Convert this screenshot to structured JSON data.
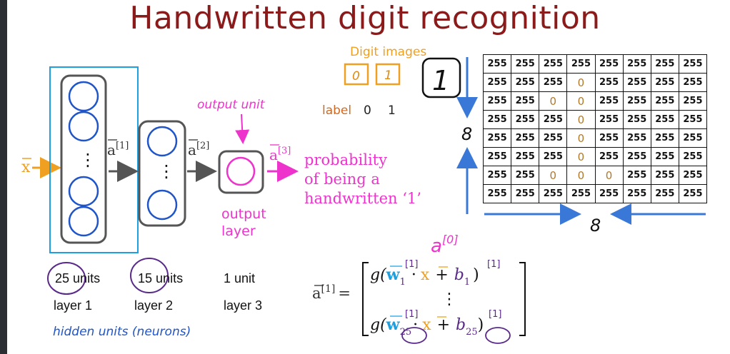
{
  "title": "Handwritten digit recognition",
  "colors": {
    "title": "#8b1a1a",
    "input_arrow": "#f0a020",
    "magenta": "#ee33cc",
    "blue_box": "#1ea0e0",
    "neuron": "#1f55c8",
    "layer_gray": "#555555",
    "axis_arrow": "#3a78d8",
    "circle_purple": "#5a2a8a",
    "handwriting_blue": "#1f55c8",
    "label_orange": "#d2691e"
  },
  "network": {
    "input_label": "x",
    "activations": [
      "a[1]",
      "a[2]",
      "a[3]"
    ],
    "act_base": "a",
    "act_sups": [
      "[1]",
      "[2]",
      "[3]"
    ],
    "dots": "⋮",
    "output_unit_note": "output unit",
    "output_layer": "output layer",
    "output_layer_line1": "output",
    "output_layer_line2": "layer",
    "probability_lines": [
      "probability",
      "of being a",
      "handwritten ‘1’"
    ]
  },
  "layers": [
    {
      "units": "25 units",
      "units_num": "25",
      "units_word": "units",
      "name": "layer 1"
    },
    {
      "units": "15 units",
      "units_num": "15",
      "units_word": "units",
      "name": "layer 2"
    },
    {
      "units": "1 unit",
      "name": "layer 3"
    }
  ],
  "hidden_note": "hidden units (neurons)",
  "digit_images": {
    "heading": "Digit images",
    "digits": [
      "0",
      "1"
    ],
    "label_word": "label",
    "label_values": [
      "0",
      "1"
    ],
    "big_digit": "1"
  },
  "image_grid": {
    "rows": [
      [
        "255",
        "255",
        "255",
        "255",
        "255",
        "255",
        "255",
        "255"
      ],
      [
        "255",
        "255",
        "255",
        "0",
        "255",
        "255",
        "255",
        "255"
      ],
      [
        "255",
        "255",
        "0",
        "0",
        "255",
        "255",
        "255",
        "255"
      ],
      [
        "255",
        "255",
        "255",
        "0",
        "255",
        "255",
        "255",
        "255"
      ],
      [
        "255",
        "255",
        "255",
        "0",
        "255",
        "255",
        "255",
        "255"
      ],
      [
        "255",
        "255",
        "255",
        "0",
        "255",
        "255",
        "255",
        "255"
      ],
      [
        "255",
        "255",
        "0",
        "0",
        "0",
        "255",
        "255",
        "255"
      ],
      [
        "255",
        "255",
        "255",
        "255",
        "255",
        "255",
        "255",
        "255"
      ]
    ],
    "height_label": "8",
    "width_label": "8"
  },
  "a0_label": "a[0]",
  "a0_base": "a",
  "a0_sup": "[0]",
  "equation": {
    "lhs_base": "a",
    "lhs_sup": "[1]",
    "equals": "=",
    "g": "g(",
    "w": "w",
    "sup": "[1]",
    "sub_first": "1",
    "sub_last": "25",
    "dot": "·",
    "x": "x",
    "plus": "+",
    "b": "b",
    "close": ")",
    "vdots": "⋮"
  }
}
